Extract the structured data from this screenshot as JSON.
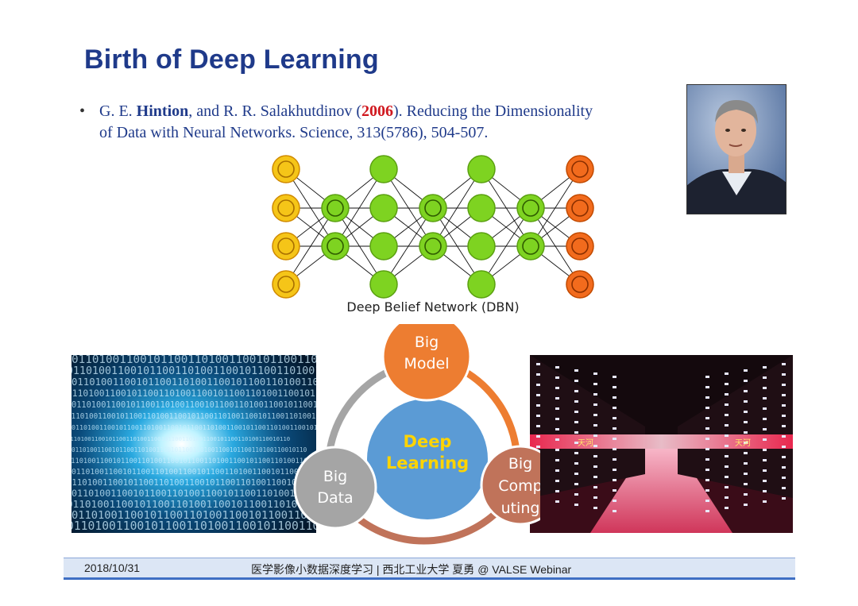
{
  "slide": {
    "title": "Birth of Deep Learning",
    "bullet": {
      "marker": "•",
      "author1": "G. E. ",
      "author1_name": "Hintion",
      "mid": ", and R. R. Salakhutdinov (",
      "year": "2006",
      "rest_line1": "). Reducing the Dimensionality",
      "line2": "of Data with Neural Networks. Science, 313(5786), 504-507."
    },
    "dbn_caption": "Deep Belief Network (DBN)",
    "cycle": {
      "center": [
        "Deep",
        "Learning"
      ],
      "top": [
        "Big",
        "Model"
      ],
      "left": [
        "Big",
        "Data"
      ],
      "right": [
        "Big",
        "Comp",
        "uting"
      ]
    }
  },
  "colors": {
    "title": "#1f3a8a",
    "year": "#d0181f",
    "center_circle": "#5b9bd5",
    "center_text": "#ffd400",
    "model_circle": "#ed7d31",
    "data_circle": "#a5a5a5",
    "computing_circle": "#c0735a"
  },
  "footer": {
    "date": "2018/10/31",
    "note": "医学影像小数据深度学习 | 西北工业大学 夏勇 @ VALSE Webinar"
  }
}
